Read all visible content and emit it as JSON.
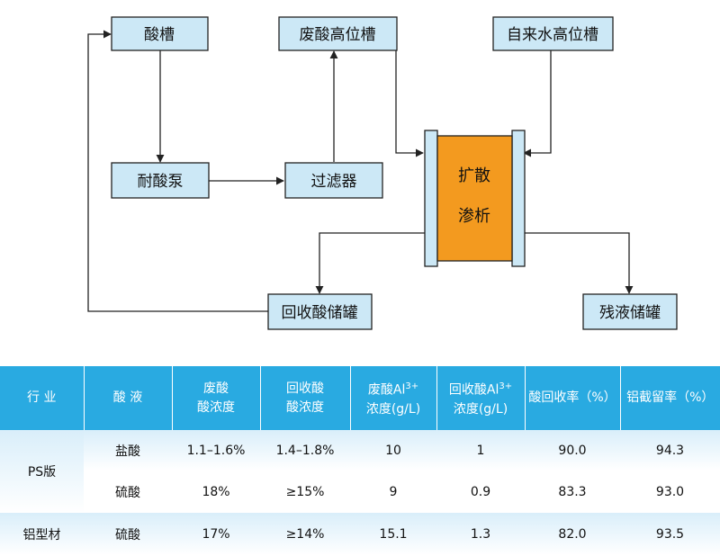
{
  "diagram": {
    "nodes": {
      "acid_tank": "酸槽",
      "waste_acid_head_tank": "废酸高位槽",
      "tap_water_head_tank": "自来水高位槽",
      "acid_pump": "耐酸泵",
      "filter": "过滤器",
      "recovered_acid_tank": "回收酸储罐",
      "residue_tank": "残液储罐"
    },
    "center": {
      "line1": "扩散",
      "line2": "渗析"
    },
    "colors": {
      "box_fill": "#cce8f6",
      "center_fill": "#f39a1f",
      "line": "#222222"
    }
  },
  "table": {
    "headers": {
      "industry": "行 业",
      "acid": "酸 液",
      "waste_conc_1": "废酸",
      "waste_conc_2": "酸浓度",
      "rec_conc_1": "回收酸",
      "rec_conc_2": "酸浓度",
      "waste_al_1": "废酸Al",
      "waste_al_sup": "3+",
      "waste_al_2": "浓度(g/L)",
      "rec_al_1": "回收酸Al",
      "rec_al_sup": "3+",
      "rec_al_2": "浓度(g/L)",
      "acid_recovery": "酸回收率（%）",
      "al_retention": "铝截留率（%）"
    },
    "rows": [
      {
        "industry": "PS版",
        "acid": "盐酸",
        "waste_conc": "1.1–1.6%",
        "rec_conc": "1.4–1.8%",
        "waste_al": "10",
        "rec_al": "1",
        "recovery": "90.0",
        "retention": "94.3"
      },
      {
        "industry": "",
        "acid": "硫酸",
        "waste_conc": "18%",
        "rec_conc": "≥15%",
        "waste_al": "9",
        "rec_al": "0.9",
        "recovery": "83.3",
        "retention": "93.0"
      },
      {
        "industry": "铝型材",
        "acid": "硫酸",
        "waste_conc": "17%",
        "rec_conc": "≥14%",
        "waste_al": "15.1",
        "rec_al": "1.3",
        "recovery": "82.0",
        "retention": "93.5"
      }
    ],
    "colors": {
      "header_bg": "#29aae1",
      "row_tint": "#d9eefa"
    }
  }
}
